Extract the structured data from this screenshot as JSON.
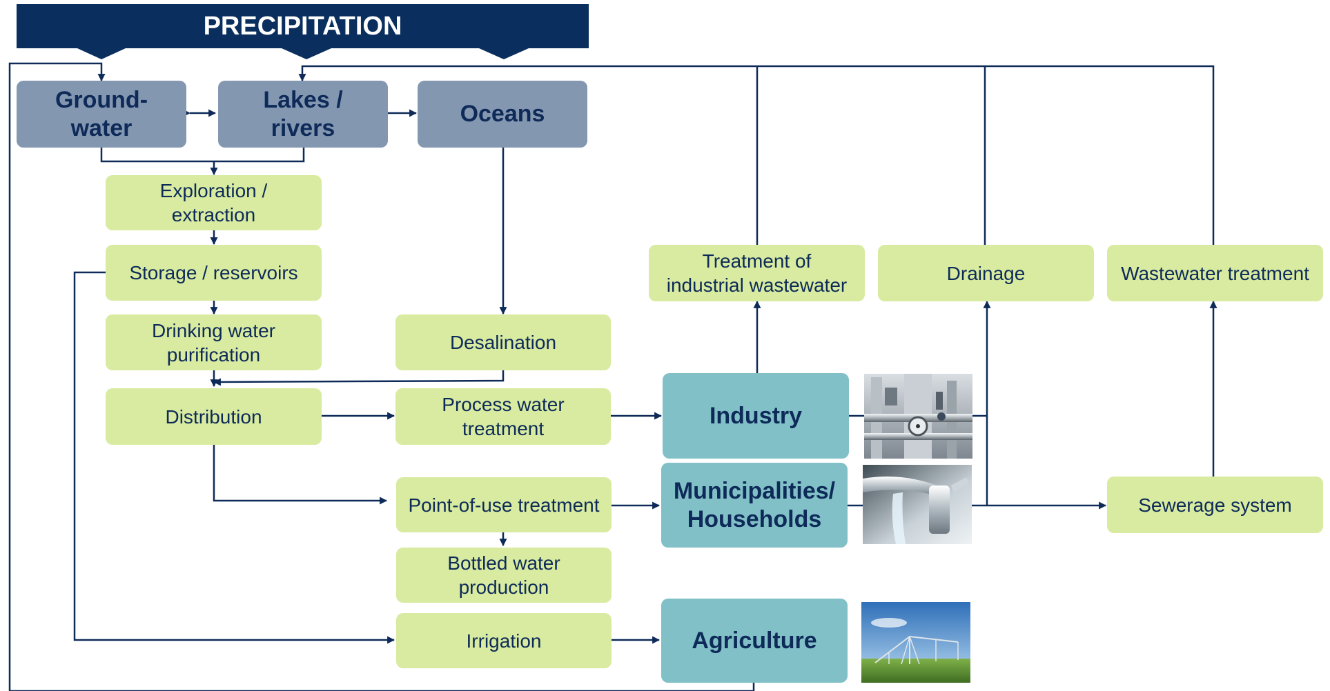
{
  "banner": {
    "label": "PRECIPITATION"
  },
  "sources": {
    "groundwater": "Ground-\nwater",
    "lakes_rivers": "Lakes /\nrivers",
    "oceans": "Oceans"
  },
  "processes": {
    "exploration": "Exploration /\nextraction",
    "storage": "Storage / reservoirs",
    "drinking_water": "Drinking water\npurification",
    "distribution": "Distribution",
    "desalination": "Desalination",
    "process_water": "Process water\ntreatment",
    "point_of_use": "Point-of-use treatment",
    "bottled_water": "Bottled water\nproduction",
    "irrigation": "Irrigation",
    "industrial_wastewater": "Treatment of\nindustrial wastewater",
    "drainage": "Drainage",
    "wastewater_treatment": "Wastewater treatment",
    "sewerage": "Sewerage system"
  },
  "consumers": {
    "industry": "Industry",
    "municipalities": "Municipalities/\nHouseholds",
    "agriculture": "Agriculture"
  },
  "photos": [
    "industrial-piping-photo",
    "water-faucet-photo",
    "irrigation-pivot-photo"
  ],
  "colors": {
    "banner": "#0a2f5e",
    "source_box": "#8497b0",
    "process_box": "#d8eba0",
    "consumer_box": "#82c0c8",
    "text_dark": "#0d2a58",
    "line": "#0d2a58"
  }
}
